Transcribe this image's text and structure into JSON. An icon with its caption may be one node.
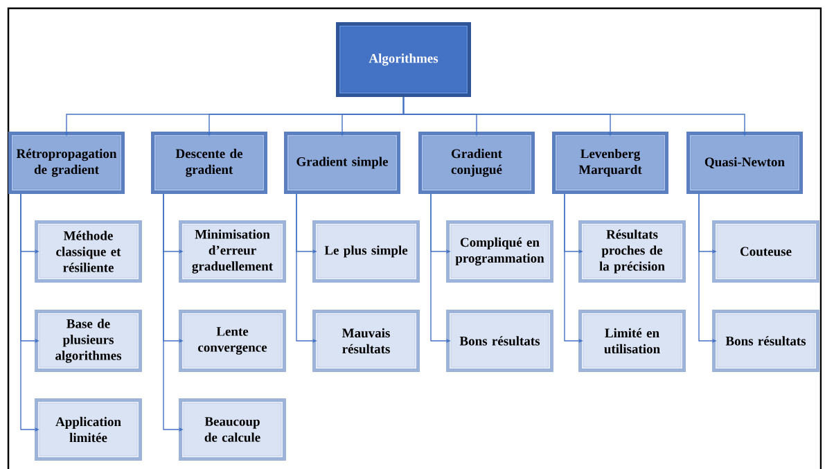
{
  "diagram": {
    "nodes": [
      {
        "text": [
          "Algorithmes"
        ]
      },
      {
        "text": [
          "Rétropropagation de gradient"
        ]
      },
      {
        "text": [
          "Descente de gradient"
        ]
      },
      {
        "text": [
          "Gradient simple"
        ]
      },
      {
        "text": [
          "Gradient conjugué"
        ]
      },
      {
        "text": [
          "Levenberg Marquardt"
        ]
      },
      {
        "text": [
          "Quasi-Newton"
        ]
      },
      {
        "text": [
          "Méthode classique et résiliente"
        ]
      },
      {
        "text": [
          "Base de plusieurs algorithmes"
        ]
      },
      {
        "text": [
          "Application limitée"
        ]
      },
      {
        "text": [
          "Minimisation d’erreur graduellement"
        ]
      },
      {
        "text": [
          "Lente convergence"
        ]
      },
      {
        "text": [
          "Beaucoup de calcule"
        ]
      },
      {
        "text": [
          "Le plus simple"
        ]
      },
      {
        "text": [
          "Mauvais résultats"
        ]
      },
      {
        "text": [
          "Compliqué en programmation"
        ]
      },
      {
        "text": [
          "Bons résultats"
        ]
      },
      {
        "text": [
          "Résultats proches de la précision"
        ]
      },
      {
        "text": [
          "Limité en utilisation"
        ]
      },
      {
        "text": [
          "Couteuse"
        ]
      },
      {
        "text": [
          "Bons résultats"
        ]
      }
    ],
    "edges": [
      {
        "from": 0,
        "to": 1,
        "arrow": "to"
      },
      {
        "from": 0,
        "to": 2,
        "arrow": "to"
      },
      {
        "from": 0,
        "to": 3,
        "arrow": "to"
      },
      {
        "from": 0,
        "to": 4,
        "arrow": "to"
      },
      {
        "from": 0,
        "to": 5,
        "arrow": "to"
      },
      {
        "from": 0,
        "to": 6,
        "arrow": "to"
      },
      {
        "from": 1,
        "to": 7,
        "arrow": "to"
      },
      {
        "from": 1,
        "to": 8,
        "arrow": "to"
      },
      {
        "from": 1,
        "to": 9,
        "arrow": "to"
      },
      {
        "from": 2,
        "to": 10,
        "arrow": "to"
      },
      {
        "from": 2,
        "to": 11,
        "arrow": "to"
      },
      {
        "from": 2,
        "to": 12,
        "arrow": "to"
      },
      {
        "from": 3,
        "to": 13,
        "arrow": "to"
      },
      {
        "from": 3,
        "to": 14,
        "arrow": "to"
      },
      {
        "from": 4,
        "to": 15,
        "arrow": "to"
      },
      {
        "from": 4,
        "to": 16,
        "arrow": "to"
      },
      {
        "from": 5,
        "to": 17,
        "arrow": "to"
      },
      {
        "from": 5,
        "to": 18,
        "arrow": "to"
      },
      {
        "from": 6,
        "to": 19,
        "arrow": "to"
      },
      {
        "from": 6,
        "to": 20,
        "arrow": "to"
      }
    ]
  }
}
